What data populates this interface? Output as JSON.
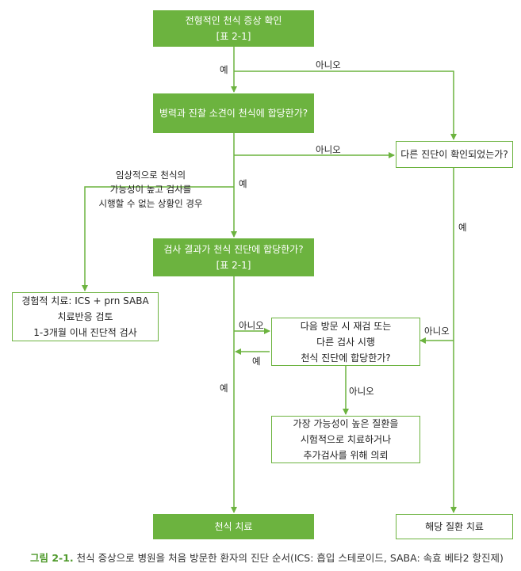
{
  "nodes": {
    "start": {
      "line1": "전형적인 천식 증상 확인",
      "line2": "[표 2-1]"
    },
    "q1": {
      "line1": "병력과 진찰 소견이 천식에 합당한가?"
    },
    "q_other": {
      "line1": "다른 진단이 확인되었는가?"
    },
    "q2": {
      "line1": "검사 결과가 천식 진단에 합당한가?",
      "line2": "[표 2-1]"
    },
    "empiric": {
      "line1": "경험적 치료: ICS + prn SABA",
      "line2": "치료반응 검토",
      "line3": "1-3개월 이내 진단적 검사"
    },
    "q3": {
      "line1": "다음 방문 시 재검 또는",
      "line2": "다른 검사 시행",
      "line3": "천식 진단에 합당한가?"
    },
    "refer": {
      "line1": "가장 가능성이 높은 질환을",
      "line2": "시험적으로 치료하거나",
      "line3": "추가검사를 위해 의뢰"
    },
    "asthma_tx": {
      "line1": "천식 치료"
    },
    "disease_tx": {
      "line1": "해당 질환 치료"
    }
  },
  "side_note": {
    "line1": "임상적으로 천식의",
    "line2": "가능성이 높고 검사를",
    "line3": "시행할 수 없는 상황인 경우"
  },
  "edge_labels": {
    "yes1": "예",
    "no1": "아니오",
    "no2": "아니오",
    "yes2": "예",
    "yes_other": "예",
    "no3": "아니오",
    "no_other": "아니오",
    "yes3": "예",
    "yes4": "예",
    "no4": "아니오"
  },
  "caption": {
    "number": "그림 2-1.",
    "text": "천식 증상으로 병원을 처음 방문한 환자의 진단 순서(ICS: 흡입 스테로이드, SABA: 속효 베타2 항진제)"
  },
  "colors": {
    "accent": "#6cb33f",
    "caption_number": "#4f9a2c"
  }
}
